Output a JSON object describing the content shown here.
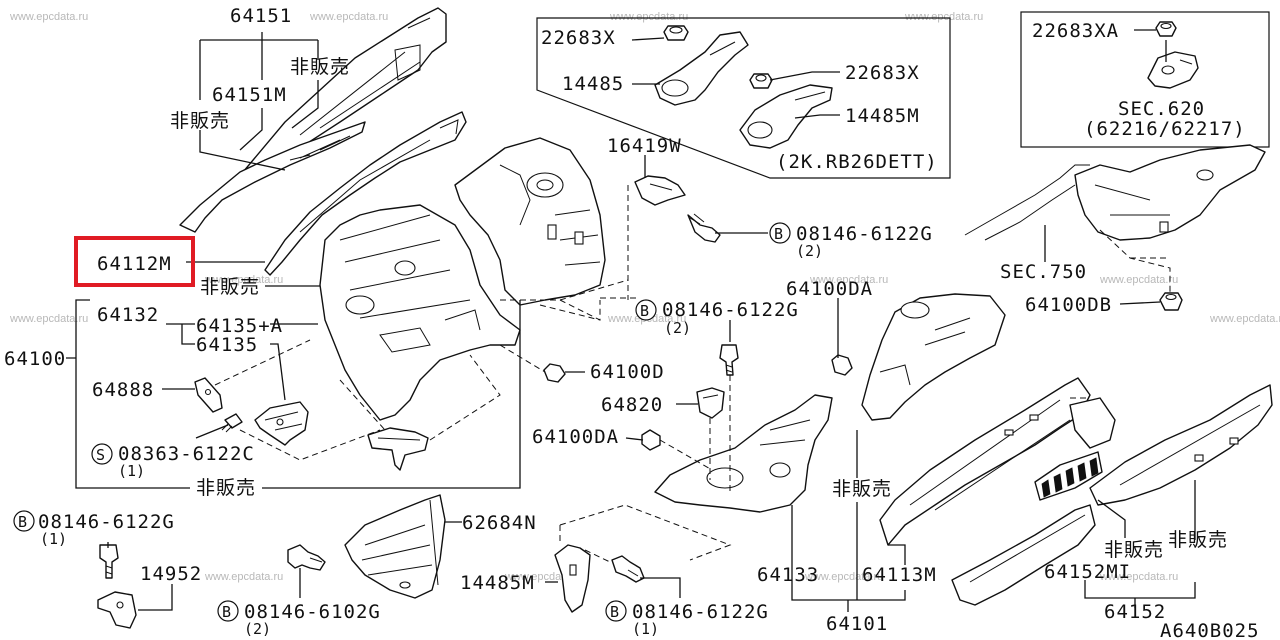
{
  "diagram_id": "A640B025",
  "watermark": "www.epcdata.ru",
  "highlight_color": "#e01b24",
  "labels": {
    "p64151": "64151",
    "p64151m": "64151M",
    "nfs1": "非販売",
    "nfs2": "非販売",
    "nfs3": "非販売",
    "nfs4": "非販売",
    "nfs5": "非販売",
    "nfs6": "非販売",
    "nfs7": "非販売",
    "p64112m": "64112M",
    "p64132": "64132",
    "p64135a": "64135+A",
    "p64135": "64135",
    "p64100": "64100",
    "p64888": "64888",
    "p08363": "08363-6122C",
    "p08363_qty": "(1)",
    "p22683x_a": "22683X",
    "p14485": "14485",
    "p22683x_b": "22683X",
    "p14485m": "14485M",
    "engine_note": "(2K.RB26DETT)",
    "p22683xa": "22683XA",
    "sec620": "SEC.620",
    "sec620_sub": "(62216/62217)",
    "p16419w": "16419W",
    "p08146_a": "08146-6122G",
    "p08146_a_qty": "(2)",
    "sec750": "SEC.750",
    "p64100db": "64100DB",
    "p64100da_a": "64100DA",
    "p08146_b": "08146-6122G",
    "p08146_b_qty": "(2)",
    "p64100d": "64100D",
    "p64820": "64820",
    "p64100da_b": "64100DA",
    "p08146_c": "08146-6122G",
    "p08146_c_qty": "(1)",
    "p14952": "14952",
    "p62684n": "62684N",
    "p14485m_b": "14485M",
    "p08146_6102g": "08146-6102G",
    "p08146_6102g_qty": "(2)",
    "p08146_d": "08146-6122G",
    "p08146_d_qty": "(1)",
    "p64133": "64133",
    "p64113m": "64113M",
    "p64101": "64101",
    "p64152mi": "64152MI",
    "p64152": "64152"
  },
  "badges": {
    "b": "B",
    "s": "S"
  }
}
